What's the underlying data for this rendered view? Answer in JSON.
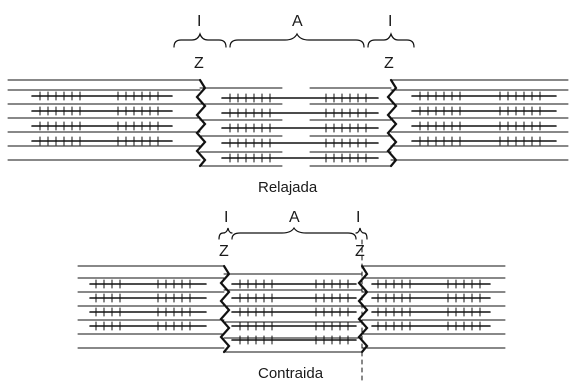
{
  "relaxed": {
    "caption": "Relajada",
    "label_i_left": "I",
    "label_a": "A",
    "label_i_right": "I",
    "label_z_left": "Z",
    "label_z_right": "Z"
  },
  "contracted": {
    "caption": "Contraida",
    "label_i_left": "I",
    "label_a": "A",
    "label_i_right": "I",
    "label_z_left": "Z",
    "label_z_right": "Z"
  },
  "colors": {
    "ink": "#111111",
    "background": "#ffffff"
  }
}
